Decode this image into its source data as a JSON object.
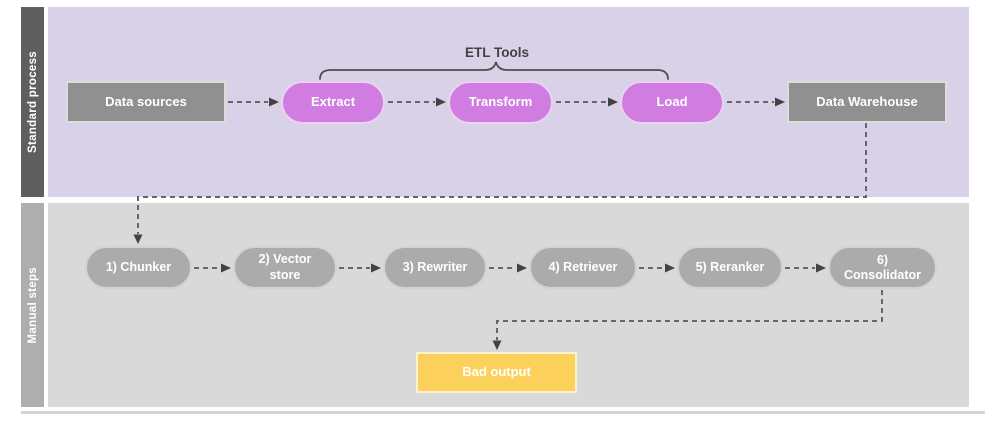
{
  "lanes": [
    {
      "label": "Standard process"
    },
    {
      "label": "Manual steps"
    }
  ],
  "annotation": {
    "label": "ETL Tools"
  },
  "standard_process": {
    "nodes": [
      {
        "label": "Data sources",
        "type": "rect"
      },
      {
        "label": "Extract",
        "type": "pill"
      },
      {
        "label": "Transform",
        "type": "pill"
      },
      {
        "label": "Load",
        "type": "pill"
      },
      {
        "label": "Data Warehouse",
        "type": "rect"
      }
    ]
  },
  "manual_steps": {
    "nodes": [
      {
        "label": "1) Chunker"
      },
      {
        "label": "2) Vector\nstore"
      },
      {
        "label": "3) Rewriter"
      },
      {
        "label": "4) Retriever"
      },
      {
        "label": "5) Reranker"
      },
      {
        "label": "6)\nConsolidator"
      }
    ],
    "output": {
      "label": "Bad output"
    }
  },
  "colors": {
    "lane1_header": "#5f5f5f",
    "lane1_body": "#d8d1e7",
    "lane2_header": "#aeaeae",
    "lane2_body": "#d9d9d9",
    "etl_pill": "#d07ce1",
    "gray_node": "#909090",
    "manual_pill": "#ababab",
    "bad_output_fill": "#fbd05b",
    "connector": "#666666",
    "annotation_text": "#424242"
  }
}
